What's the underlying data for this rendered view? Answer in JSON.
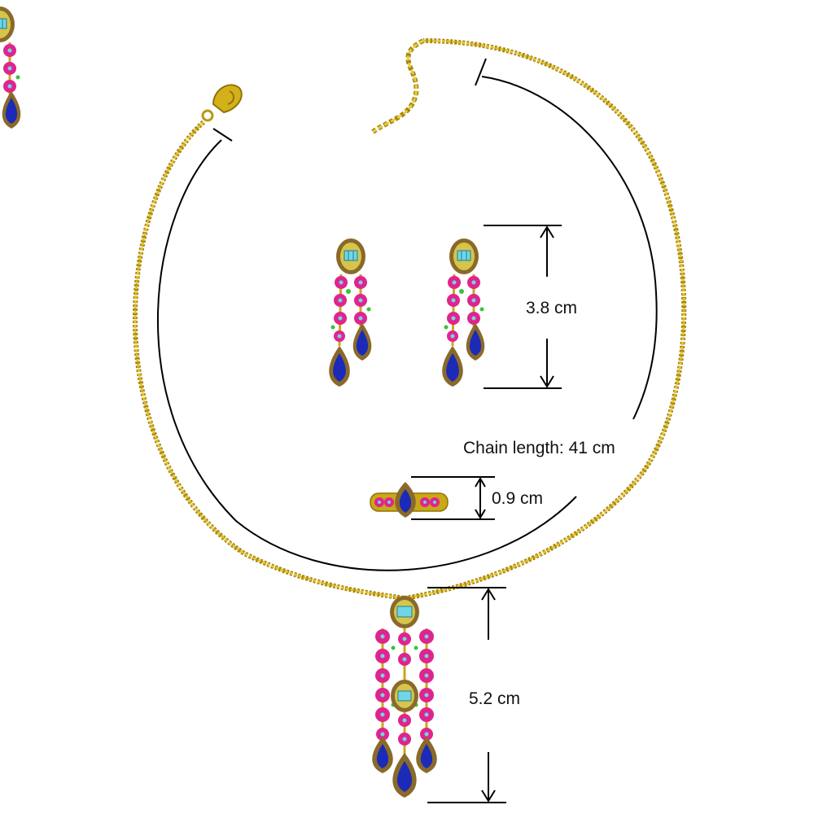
{
  "labels": {
    "earring_length": "3.8 cm",
    "chain_length": "Chain length: 41 cm",
    "ring_height": "0.9 cm",
    "pendant_length": "5.2 cm"
  },
  "colors": {
    "gold": "#d4b11a",
    "gold_dark": "#9a7d0a",
    "pink_stone": "#e0248e",
    "pink_stone_light": "#f06ab8",
    "blue_stone": "#1b2bb8",
    "brown_halo": "#8a6a2a",
    "aqua_baguette": "#6fd6e8",
    "green_accent": "#38c23a",
    "dimension_line": "#000000"
  }
}
